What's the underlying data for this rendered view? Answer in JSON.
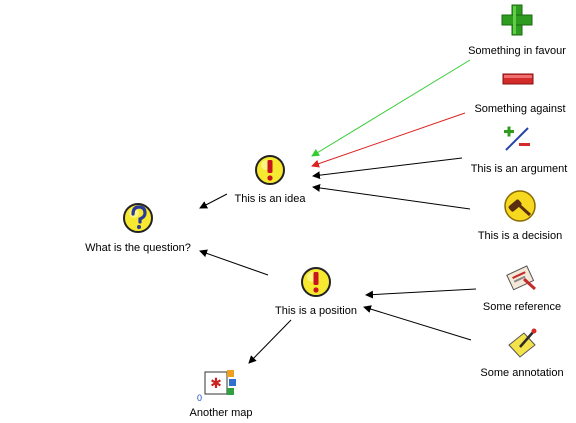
{
  "map": {
    "nodes": [
      {
        "id": "question",
        "label": "What is the question?",
        "icon": "question-icon",
        "kind": "question"
      },
      {
        "id": "idea",
        "label": "This is an idea",
        "icon": "exclamation-icon",
        "kind": "idea"
      },
      {
        "id": "position",
        "label": "This is a position",
        "icon": "exclamation-icon",
        "kind": "position"
      },
      {
        "id": "pro",
        "label": "Something in favour",
        "icon": "plus-icon",
        "kind": "pro"
      },
      {
        "id": "con",
        "label": "Something against",
        "icon": "minus-icon",
        "kind": "con"
      },
      {
        "id": "argument",
        "label": "This is an argument",
        "icon": "plus-minus-icon",
        "kind": "argument"
      },
      {
        "id": "decision",
        "label": "This is a decision",
        "icon": "gavel-icon",
        "kind": "decision"
      },
      {
        "id": "reference",
        "label": "Some reference",
        "icon": "reference-icon",
        "kind": "reference"
      },
      {
        "id": "note",
        "label": "Some annotation",
        "icon": "note-pencil-icon",
        "kind": "note"
      },
      {
        "id": "map",
        "label": "Another map",
        "icon": "map-icon",
        "kind": "map",
        "badge": "0"
      }
    ],
    "links": [
      {
        "from": "pro",
        "to": "idea",
        "color": "#33cc33"
      },
      {
        "from": "con",
        "to": "idea",
        "color": "#dd2222"
      },
      {
        "from": "argument",
        "to": "idea",
        "color": "#000000"
      },
      {
        "from": "decision",
        "to": "idea",
        "color": "#000000"
      },
      {
        "from": "idea",
        "to": "question",
        "color": "#000000"
      },
      {
        "from": "position",
        "to": "question",
        "color": "#000000"
      },
      {
        "from": "reference",
        "to": "position",
        "color": "#000000"
      },
      {
        "from": "note",
        "to": "position",
        "color": "#000000"
      },
      {
        "from": "position",
        "to": "map",
        "color": "#000000"
      }
    ]
  }
}
